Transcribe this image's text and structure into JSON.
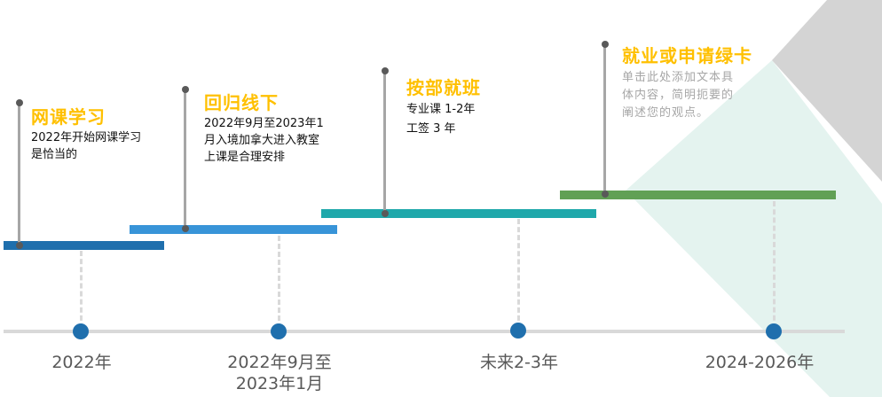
{
  "colors": {
    "bar1": "#1f6fad",
    "bar2": "#3894d8",
    "bar3": "#1fa8ab",
    "bar4": "#61a055",
    "title": "#ffc000"
  },
  "milestones": [
    {
      "title": "网课学习",
      "desc": [
        "2022年开始网课学习",
        "是恰当的"
      ],
      "date": "2022年"
    },
    {
      "title": "回归线下",
      "desc": [
        "2022年9月至2023年1",
        "月入境加拿大进入教室",
        "上课是合理安排"
      ],
      "date": [
        "2022年9月至",
        "2023年1月"
      ]
    },
    {
      "title": "按部就班",
      "desc": [
        "专业课 1-2年",
        "工签 3 年"
      ],
      "date": "未来2-3年"
    },
    {
      "title": "就业或申请绿卡",
      "desc": [
        "单击此处添加文本具",
        "体内容，简明扼要的",
        "阐述您的观点。"
      ],
      "date": "2024-2026年"
    }
  ]
}
